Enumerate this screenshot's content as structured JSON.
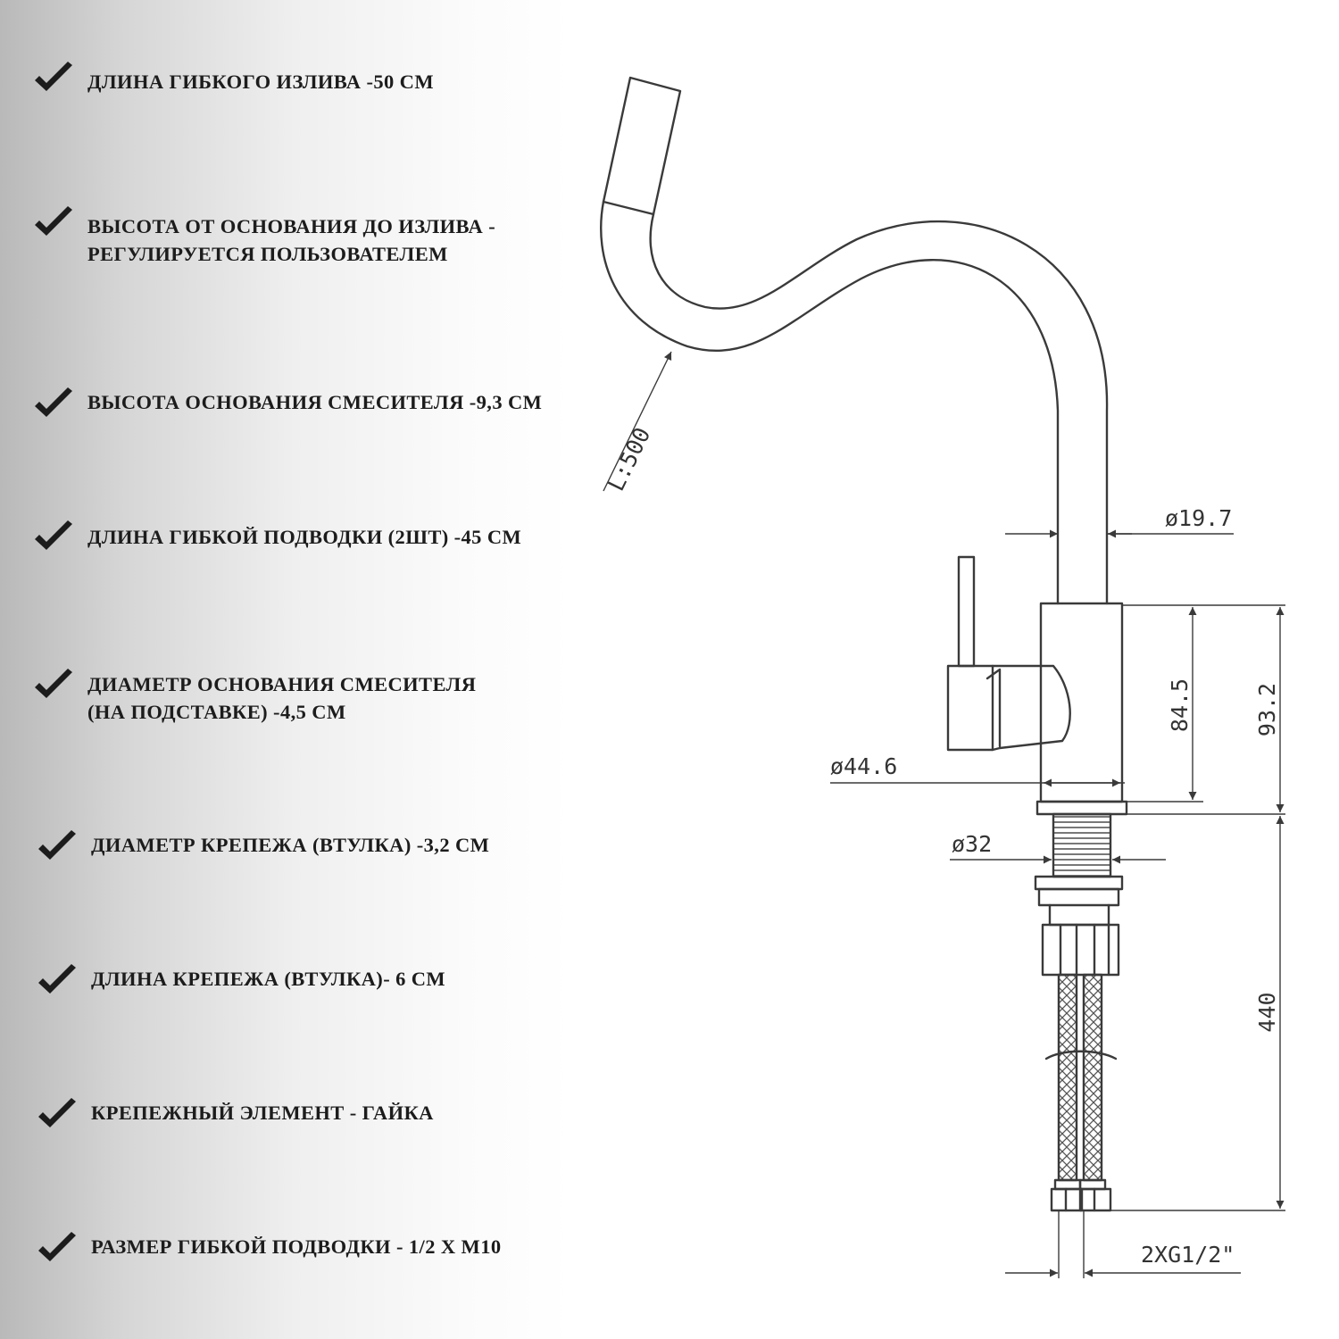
{
  "specs": [
    {
      "text": "ДЛИНА ГИБКОГО ИЗЛИВА -50 СМ"
    },
    {
      "text": "ВЫСОТА ОТ ОСНОВАНИЯ ДО ИЗЛИВА -\nРЕГУЛИРУЕТСЯ ПОЛЬЗОВАТЕЛЕМ"
    },
    {
      "text": "ВЫСОТА ОСНОВАНИЯ СМЕСИТЕЛЯ -9,3 СМ"
    },
    {
      "text": "ДЛИНА ГИБКОЙ ПОДВОДКИ (2ШТ) -45 СМ"
    },
    {
      "text": "ДИАМЕТР ОСНОВАНИЯ СМЕСИТЕЛЯ\n(НА ПОДСТАВКЕ) -4,5 СМ"
    },
    {
      "text": "ДИАМЕТР КРЕПЕЖА (ВТУЛКА) -3,2 СМ"
    },
    {
      "text": "ДЛИНА КРЕПЕЖА (ВТУЛКА)- 6 СМ"
    },
    {
      "text": "КРЕПЕЖНЫЙ ЭЛЕМЕНТ - ГАЙКА"
    },
    {
      "text": "РАЗМЕР ГИБКОЙ ПОДВОДКИ - 1/2 Х М10"
    }
  ],
  "drawing": {
    "spout_length": "L:500",
    "spout_diameter": "ø19.7",
    "body_diameter": "ø44.6",
    "shank_diameter": "ø32",
    "body_height": "84.5",
    "base_height": "93.2",
    "hose_length": "440",
    "connection": "2XG1/2\""
  },
  "colors": {
    "line": "#3a3a3a",
    "text": "#1c1c1c",
    "check": "#1c1c1c"
  },
  "icons": {
    "bullet": "check-icon"
  }
}
